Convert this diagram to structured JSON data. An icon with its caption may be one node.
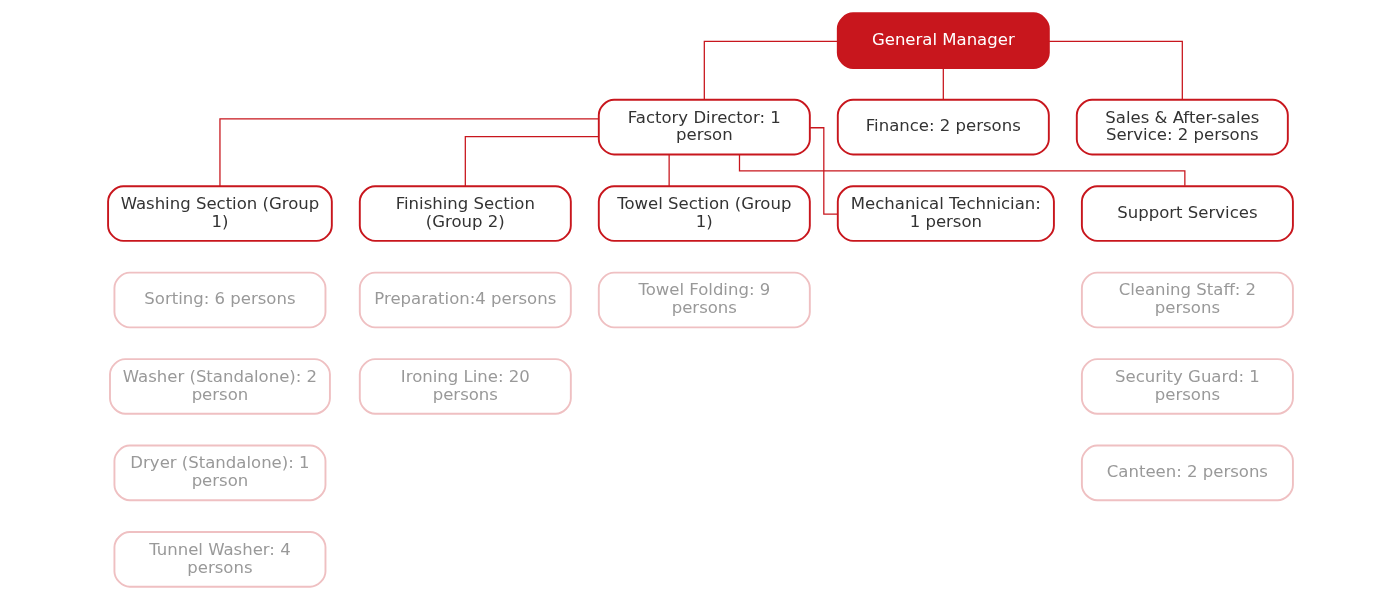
{
  "diagram": {
    "nodes": [
      {
        "text": [
          "General Manager"
        ]
      },
      {
        "text": [
          "Factory Director: 1 person"
        ]
      },
      {
        "text": [
          "Finance: 2 persons"
        ]
      },
      {
        "text": [
          "Sales & After-sales Service: 2 persons"
        ]
      },
      {
        "text": [
          "Washing Section (Group 1)"
        ]
      },
      {
        "text": [
          "Finishing Section (Group 2)"
        ]
      },
      {
        "text": [
          "Towel Section (Group 1)"
        ]
      },
      {
        "text": [
          "Mechanical Technician: 1 person"
        ]
      },
      {
        "text": [
          "Support Services"
        ]
      },
      {
        "text": [
          "Sorting: 6 persons"
        ]
      },
      {
        "text": [
          "Washer (Standalone): 2 person"
        ]
      },
      {
        "text": [
          "Dryer (Standalone): 1 person"
        ]
      },
      {
        "text": [
          "Tunnel Washer: 4 persons"
        ]
      },
      {
        "text": [
          "Preparation:4 persons"
        ]
      },
      {
        "text": [
          "Ironing Line: 20 persons"
        ]
      },
      {
        "text": [
          "Towel Folding: 9 persons"
        ]
      },
      {
        "text": [
          "Cleaning Staff: 2 persons"
        ]
      },
      {
        "text": [
          "Security Guard: 1 persons"
        ]
      },
      {
        "text": [
          "Canteen: 2 persons"
        ]
      }
    ],
    "edges": [
      {
        "from": 0,
        "to": 1,
        "arrow": "none"
      },
      {
        "from": 0,
        "to": 2,
        "arrow": "none"
      },
      {
        "from": 0,
        "to": 3,
        "arrow": "none"
      },
      {
        "from": 1,
        "to": 4,
        "arrow": "none"
      },
      {
        "from": 1,
        "to": 5,
        "arrow": "none"
      },
      {
        "from": 1,
        "to": 6,
        "arrow": "none"
      },
      {
        "from": 1,
        "to": 7,
        "arrow": "none"
      },
      {
        "from": 1,
        "to": 8,
        "arrow": "none"
      }
    ]
  }
}
